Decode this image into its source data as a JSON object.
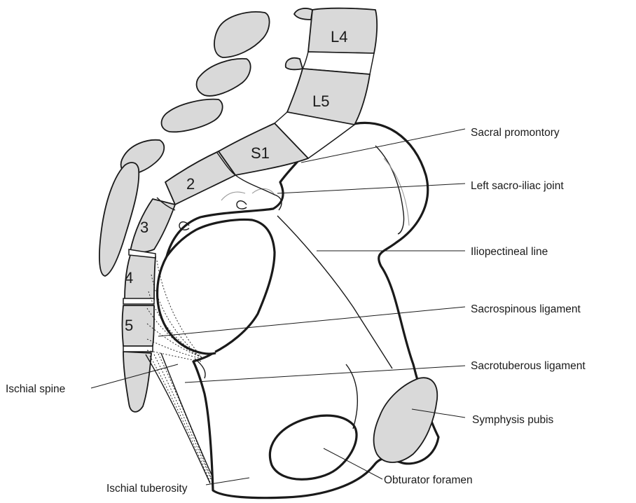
{
  "vertebrae": [
    "L4",
    "L5",
    "S1",
    "2",
    "3",
    "4",
    "5"
  ],
  "labels": {
    "sacral_promontory": "Sacral promontory",
    "left_sacroiliac_joint": "Left sacro-iliac joint",
    "iliopectineal_line": "Iliopectineal line",
    "sacrospinous_ligament": "Sacrospinous ligament",
    "sacrotuberous_ligament": "Sacrotuberous ligament",
    "ischial_spine": "Ischial spine",
    "symphysis_pubis": "Symphysis pubis",
    "obturator_foramen": "Obturator foramen",
    "ischial_tuberosity": "Ischial tuberosity"
  },
  "colors": {
    "bone_fill": "#ffffff",
    "shaded_fill": "#d9d9d9",
    "line": "#1a1a1a"
  }
}
